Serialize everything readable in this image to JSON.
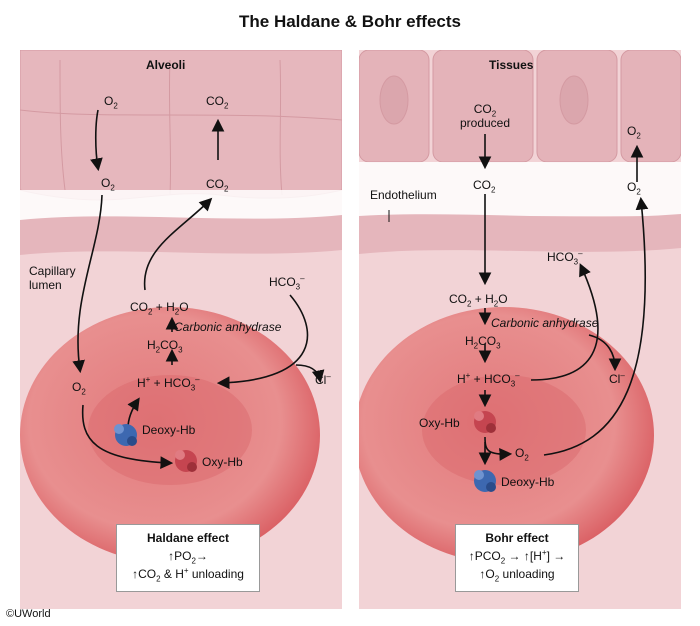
{
  "title": "The Haldane & Bohr effects",
  "colors": {
    "cell": "#e98a8a",
    "cell_dark": "#d95f63",
    "tissue": "#efc8cc",
    "arrow": "#111111",
    "hb_blue": "#3d68b0",
    "hb_red": "#c54550"
  },
  "left": {
    "header": "Alveoli",
    "o2": "O",
    "o2_sub": "2",
    "co2": "CO",
    "co2_sub": "2",
    "capillary_lumen_1": "Capillary",
    "capillary_lumen_2": "lumen",
    "hco3": "HCO",
    "hco3_sub": "3",
    "hco3_sup": "–",
    "co2_h2o": "CO",
    "plus_h2o": " + H",
    "h2o_sub": "2",
    "o_tail": "O",
    "enzyme": "Carbonic anhydrase",
    "h2co3_a": "H",
    "h2co3_b": "CO",
    "h2co3_sub1": "2",
    "h2co3_sub2": "3",
    "h_plus": "H",
    "h_sup": "+",
    "plus_hco3": " + HCO",
    "cl": "Cl",
    "cl_sup": "–",
    "deoxy_hb": "Deoxy-Hb",
    "oxy_hb": "Oxy-Hb",
    "box_title": "Haldane effect",
    "box_line1_a": "↑PO",
    "box_line1_sub": "2",
    "box_line1_b": "→",
    "box_line2_a": "↑CO",
    "box_line2_sub": "2",
    "box_line2_b": " & H",
    "box_line2_sup": "+",
    "box_line2_c": " unloading"
  },
  "right": {
    "header": "Tissues",
    "co2": "CO",
    "co2_sub": "2",
    "produced": "produced",
    "o2": "O",
    "o2_sub": "2",
    "endothelium": "Endothelium",
    "hco3": "HCO",
    "hco3_sub": "3",
    "hco3_sup": "–",
    "co2_h2o": "CO",
    "plus_h2o": " + H",
    "h2o_sub": "2",
    "o_tail": "O",
    "enzyme": "Carbonic anhydrase",
    "h2co3_a": "H",
    "h2co3_b": "CO",
    "h2co3_sub1": "2",
    "h2co3_sub2": "3",
    "h_plus": "H",
    "h_sup": "+",
    "plus_hco3": " + HCO",
    "cl": "Cl",
    "cl_sup": "–",
    "oxy_hb": "Oxy-Hb",
    "deoxy_hb": "Deoxy-Hb",
    "box_title": "Bohr effect",
    "box_line1_a": "↑PCO",
    "box_line1_sub": "2",
    "box_line1_b": " → ↑[H",
    "box_line1_sup": "+",
    "box_line1_c": "] →",
    "box_line2_a": "↑O",
    "box_line2_sub": "2",
    "box_line2_b": " unloading"
  },
  "copyright": "©UWorld"
}
